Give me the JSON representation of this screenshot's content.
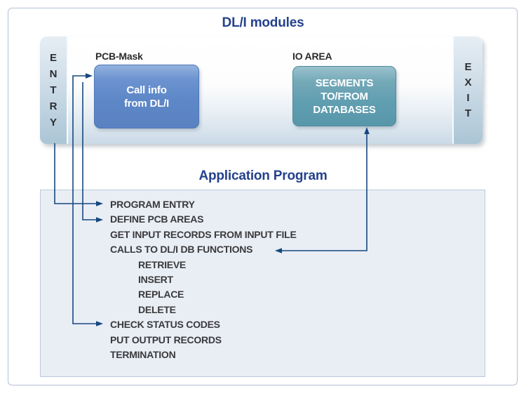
{
  "dli_modules": {
    "title": "DL/I modules",
    "entry_letters": [
      "E",
      "N",
      "T",
      "R",
      "Y"
    ],
    "exit_letters": [
      "E",
      "X",
      "I",
      "T"
    ],
    "pcb_label": "PCB-Mask",
    "pcb_box_lines": [
      "Call info",
      "from DL/I"
    ],
    "io_label": "IO AREA",
    "io_box_lines": [
      "SEGMENTS",
      "TO/FROM",
      "DATABASES"
    ]
  },
  "application_program": {
    "title": "Application Program",
    "items": [
      {
        "text": "PROGRAM ENTRY",
        "indent": 0
      },
      {
        "text": "DEFINE PCB AREAS",
        "indent": 0
      },
      {
        "text": "GET INPUT RECORDS FROM INPUT FILE",
        "indent": 0
      },
      {
        "text": "CALLS TO DL/I DB FUNCTIONS",
        "indent": 0
      },
      {
        "text": "RETRIEVE",
        "indent": 1
      },
      {
        "text": "INSERT",
        "indent": 1
      },
      {
        "text": "REPLACE",
        "indent": 1
      },
      {
        "text": "DELETE",
        "indent": 1
      },
      {
        "text": "CHECK STATUS CODES",
        "indent": 0
      },
      {
        "text": "PUT OUTPUT RECORDS",
        "indent": 0
      },
      {
        "text": "TERMINATION",
        "indent": 0
      }
    ]
  },
  "connections": [
    {
      "id": "entry-to-program-entry",
      "arrowheads_at": [
        "PROGRAM ENTRY"
      ]
    },
    {
      "id": "pcb-mask-check-status",
      "arrowheads_at": [
        "PCB-Mask box",
        "CHECK STATUS CODES"
      ]
    },
    {
      "id": "pcb-to-define-pcb-areas",
      "arrowheads_at": [
        "DEFINE PCB AREAS"
      ]
    },
    {
      "id": "io-area-calls",
      "arrowheads_at": [
        "SEGMENTS TO/FROM DATABASES box",
        "CALLS TO DL/I DB FUNCTIONS"
      ]
    }
  ],
  "colors": {
    "title_navy": "#24418c",
    "arrow_navy": "#17477e",
    "list_text": "#3a3a3c",
    "pcb_box_fill": "#5d87c7",
    "io_box_fill": "#609eb1",
    "cap_fill_bottom": "#abc5d5",
    "band_fill_bottom": "#cbdae7",
    "app_box_fill": "#e9eef5",
    "frame_border": "#b3c2d3"
  }
}
